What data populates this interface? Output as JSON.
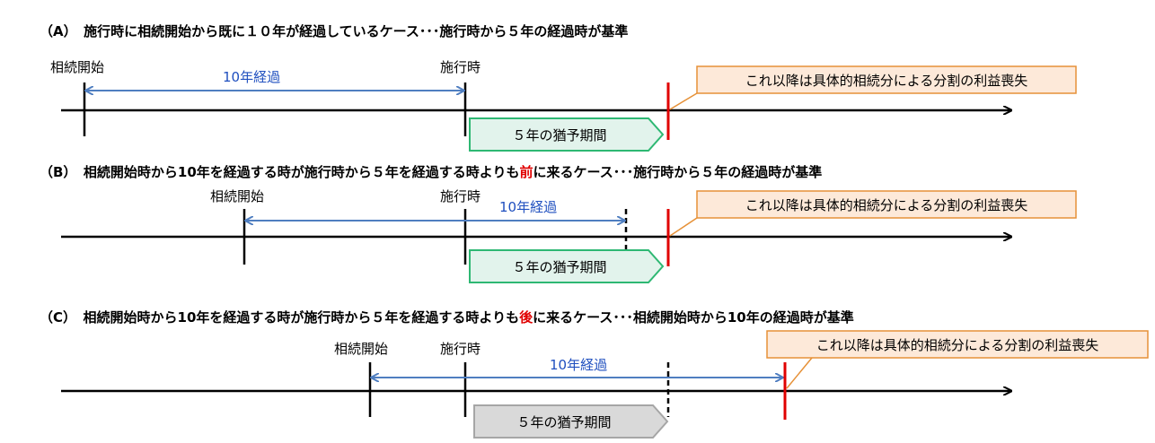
{
  "cases": [
    {
      "heading": "（A）　施行時に相続開始から既に１０年が経過しているケース･･･施行時から５年の経過時が基準",
      "heading_pre": "（A）　施行時に相続開始から既に１０年が経過しているケース･･･施行時から５年の経過時が基準",
      "heading_hl": "",
      "heading_post": "",
      "start_label": "相続開始",
      "enforce_label": "施行時",
      "span_label": "10年経過",
      "period_label": "５年の猶予期間",
      "callout": "これ以降は具体的相続分による分割の利益喪失"
    },
    {
      "heading_pre": "（B）　相続開始時から10年を経過する時が施行時から５年を経過する時よりも",
      "heading_hl": "前",
      "heading_post": "に来るケース･･･施行時から５年の経過時が基準",
      "start_label": "相続開始",
      "enforce_label": "施行時",
      "span_label": "10年経過",
      "period_label": "５年の猶予期間",
      "callout": "これ以降は具体的相続分による分割の利益喪失"
    },
    {
      "heading_pre": "（C）　相続開始時から10年を経過する時が施行時から５年を経過する時よりも",
      "heading_hl": "後",
      "heading_post": "に来るケース･･･相続開始時から10年の経過時が基準",
      "start_label": "相続開始",
      "enforce_label": "施行時",
      "span_label": "10年経過",
      "period_label": "５年の猶予期間",
      "callout": "これ以降は具体的相続分による分割の利益喪失"
    }
  ],
  "colors": {
    "timeline": "#000000",
    "span_arrow": "#4f7ec0",
    "red_marker": "#e00000",
    "callout_fill": "#fde9d9",
    "callout_border": "#e69138",
    "period_fill_active": "#e2f3ec",
    "period_border_active": "#2eb873",
    "period_fill_inactive": "#d9d9d9",
    "period_border_inactive": "#a6a6a6"
  }
}
